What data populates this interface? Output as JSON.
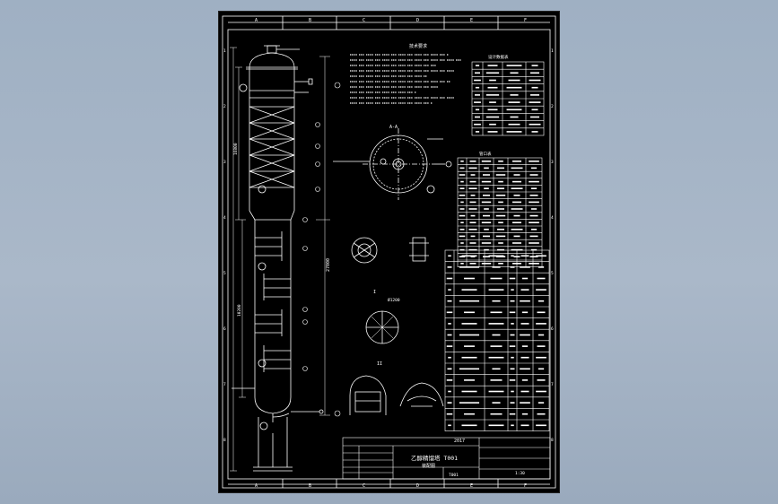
{
  "drawing": {
    "colors": {
      "background": "#000000",
      "lines": "#ffffff",
      "canvas": "#a7b6c8"
    },
    "column_letters": [
      "A",
      "B",
      "C",
      "D",
      "E",
      "F"
    ],
    "row_numbers": [
      "1",
      "2",
      "3",
      "4",
      "5",
      "6",
      "7",
      "8"
    ],
    "title_block": {
      "drawing_title": "乙醇精馏塔 T001",
      "subtitle": "装配图",
      "drawing_no": "T001",
      "year": "2017",
      "school": "",
      "scale": "1:30"
    },
    "notes_heading": "技术要求",
    "design_data_heading": "设计数据表",
    "nozzle_table_heading": "管口表",
    "views": {
      "plan_view": "A-A",
      "detail_a": "I",
      "detail_b": "II"
    },
    "dimensions": {
      "overall_height": "27000",
      "section_upper": "16800",
      "section_lower": "10200",
      "diameter": "Ø1200"
    },
    "design_rows": 10,
    "nozzle_rows": 16,
    "parts_rows": 16
  }
}
